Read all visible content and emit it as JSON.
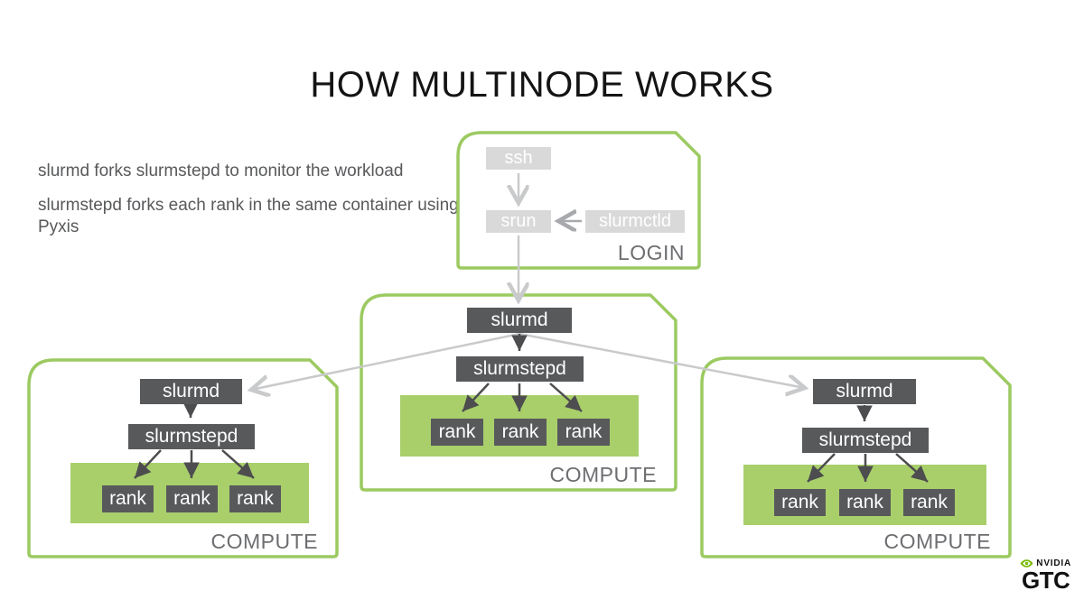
{
  "slide": {
    "title": "HOW MULTINODE WORKS",
    "notes": [
      "slurmd forks slurmstepd to monitor the workload",
      "slurmstepd forks each rank in the same container using Pyxis"
    ]
  },
  "login_node": {
    "label": "LOGIN",
    "processes": {
      "ssh": "ssh",
      "srun": "srun",
      "slurmctld": "slurmctld"
    }
  },
  "compute_nodes": [
    {
      "label": "COMPUTE",
      "slurmd": "slurmd",
      "slurmstepd": "slurmstepd",
      "ranks": [
        "rank",
        "rank",
        "rank"
      ]
    },
    {
      "label": "COMPUTE",
      "slurmd": "slurmd",
      "slurmstepd": "slurmstepd",
      "ranks": [
        "rank",
        "rank",
        "rank"
      ]
    },
    {
      "label": "COMPUTE",
      "slurmd": "slurmd",
      "slurmstepd": "slurmstepd",
      "ranks": [
        "rank",
        "rank",
        "rank"
      ]
    }
  ],
  "branding": {
    "company": "NVIDIA",
    "event": "GTC"
  },
  "colors": {
    "node_border_green": "#9CCA61",
    "rank_container_green": "#A9CF6B",
    "process_box_dark": "#58595B",
    "process_box_light": "#D9D9D9",
    "zone_label_gray": "#6D6E71",
    "arrow_light": "#C9CACB",
    "arrow_medium": "#A7A9AC",
    "arrow_dark": "#4D4D4F",
    "nvidia_green": "#76B900"
  }
}
